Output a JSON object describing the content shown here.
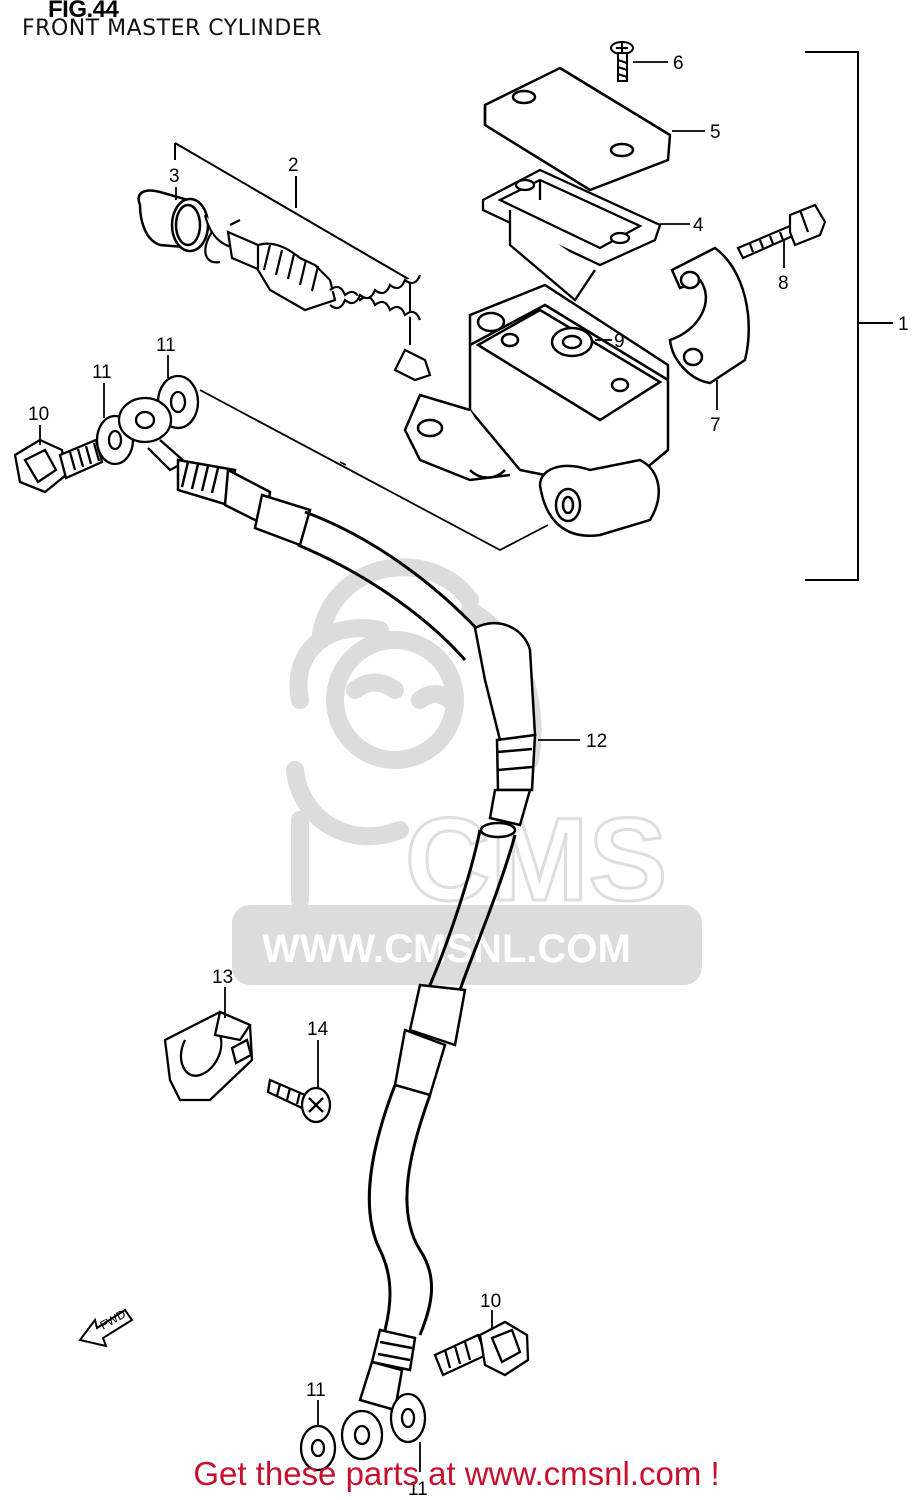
{
  "figure": {
    "number_label": "FIG.44",
    "subtitle": "FRONT MASTER CYLINDER"
  },
  "callouts": {
    "c1": "1",
    "c2": "2",
    "c3": "3",
    "c4": "4",
    "c5": "5",
    "c6": "6",
    "c7": "7",
    "c8": "8",
    "c9": "9",
    "c10_top": "10",
    "c10_bottom": "10",
    "c11_top_left": "11",
    "c11_top_right": "11",
    "c11_bottom_left": "11",
    "c11_bottom_right": "11",
    "c12": "12",
    "c13": "13",
    "c14": "14"
  },
  "direction_marker": {
    "label": "FWD",
    "icon": "arrow-left-icon"
  },
  "watermark": {
    "brand": "CMS",
    "url": "WWW.CMSNL.COM",
    "icon": "mascot-icon"
  },
  "footer": {
    "cta": "Get these parts at www.cmsnl.com !"
  },
  "colors": {
    "line": "#000000",
    "watermark": "#dcdcdc",
    "cta": "#c8102e"
  }
}
